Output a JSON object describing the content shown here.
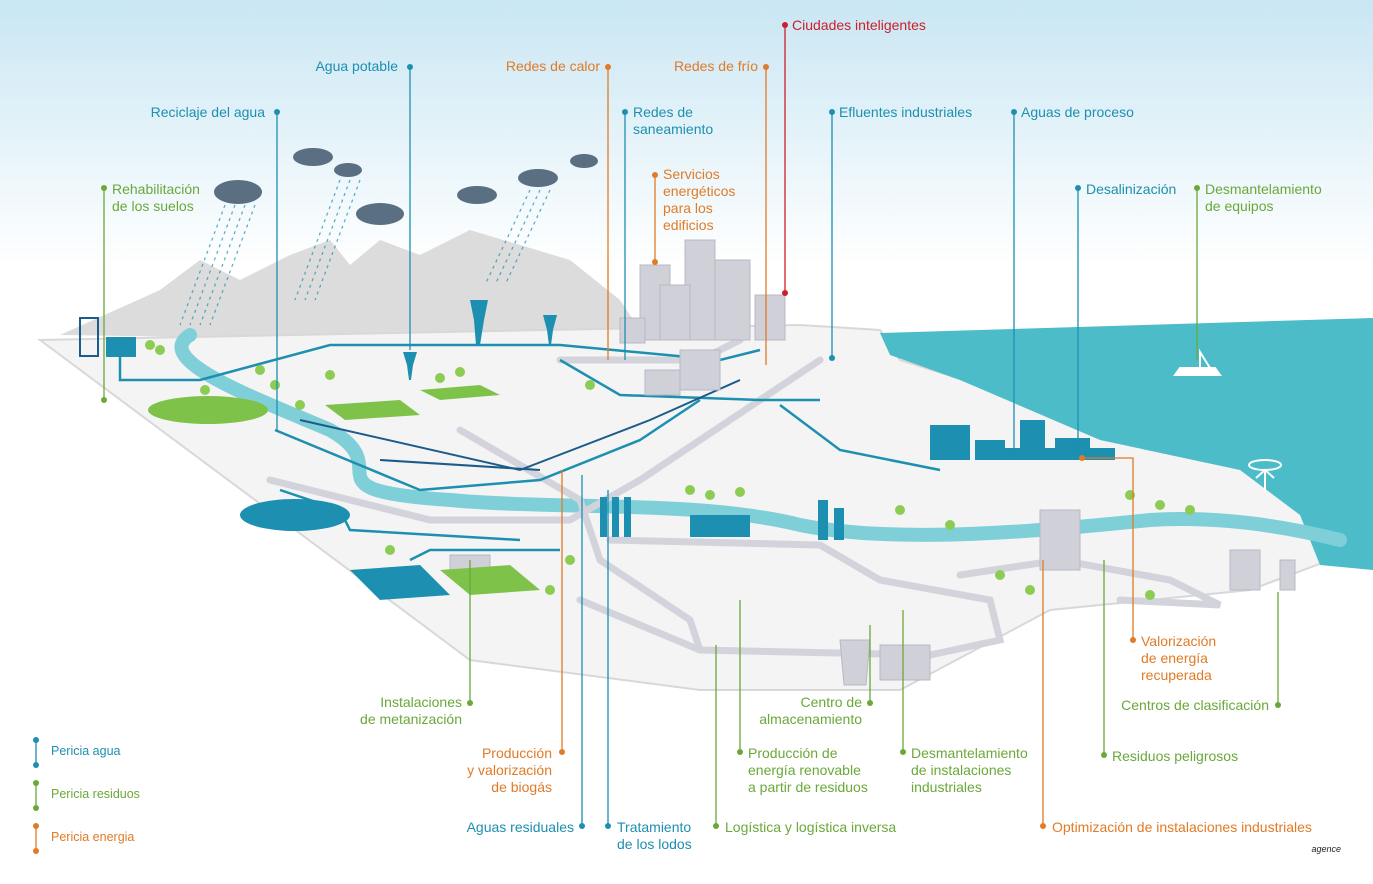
{
  "colors": {
    "water": "#1d8fb0",
    "waste": "#6aa83a",
    "energy": "#e07b27",
    "red": "#cc1f2c",
    "sea": "#4dbcc9"
  },
  "labels": {
    "ciudades": "Ciudades inteligentes",
    "agua_potable": "Agua potable",
    "redes_calor": "Redes de calor",
    "redes_frio": "Redes de frío",
    "reciclaje": "Reciclaje del agua",
    "redes_saneamiento": "Redes de\nsaneamiento",
    "efluentes": "Efluentes industriales",
    "aguas_proceso": "Aguas de proceso",
    "rehabilitacion": "Rehabilitación\nde los suelos",
    "servicios": "Servicios\nenergéticos\npara los\nedificios",
    "desalinizacion": "Desalinización",
    "desmantelamiento_equipos": "Desmantelamiento\nde equipos",
    "valorizacion": "Valorización\nde energía\nrecuperada",
    "centros_clasificacion": "Centros de clasificación",
    "instalaciones_metanizacion": "Instalaciones\nde metanización",
    "centro_almacenamiento": "Centro de\nalmacenamiento",
    "produccion_biogas": "Producción\ny valorización\nde biogás",
    "produccion_energia": "Producción de\nenergía renovable\na partir de residuos",
    "desmantelamiento_instalaciones": "Desmantelamiento\nde instalaciones\nindustriales",
    "residuos_peligrosos": "Residuos peligrosos",
    "aguas_residuales": "Aguas residuales",
    "tratamiento_lodos": "Tratamiento\nde los lodos",
    "logistica": "Logística y logística inversa",
    "optimizacion": "Optimización de instalaciones industriales"
  },
  "legend": [
    {
      "label": "Pericia agua",
      "color": "#1d8fb0"
    },
    {
      "label": "Pericia residuos",
      "color": "#6aa83a"
    },
    {
      "label": "Pericia energia",
      "color": "#e07b27"
    }
  ],
  "logo": "agence"
}
